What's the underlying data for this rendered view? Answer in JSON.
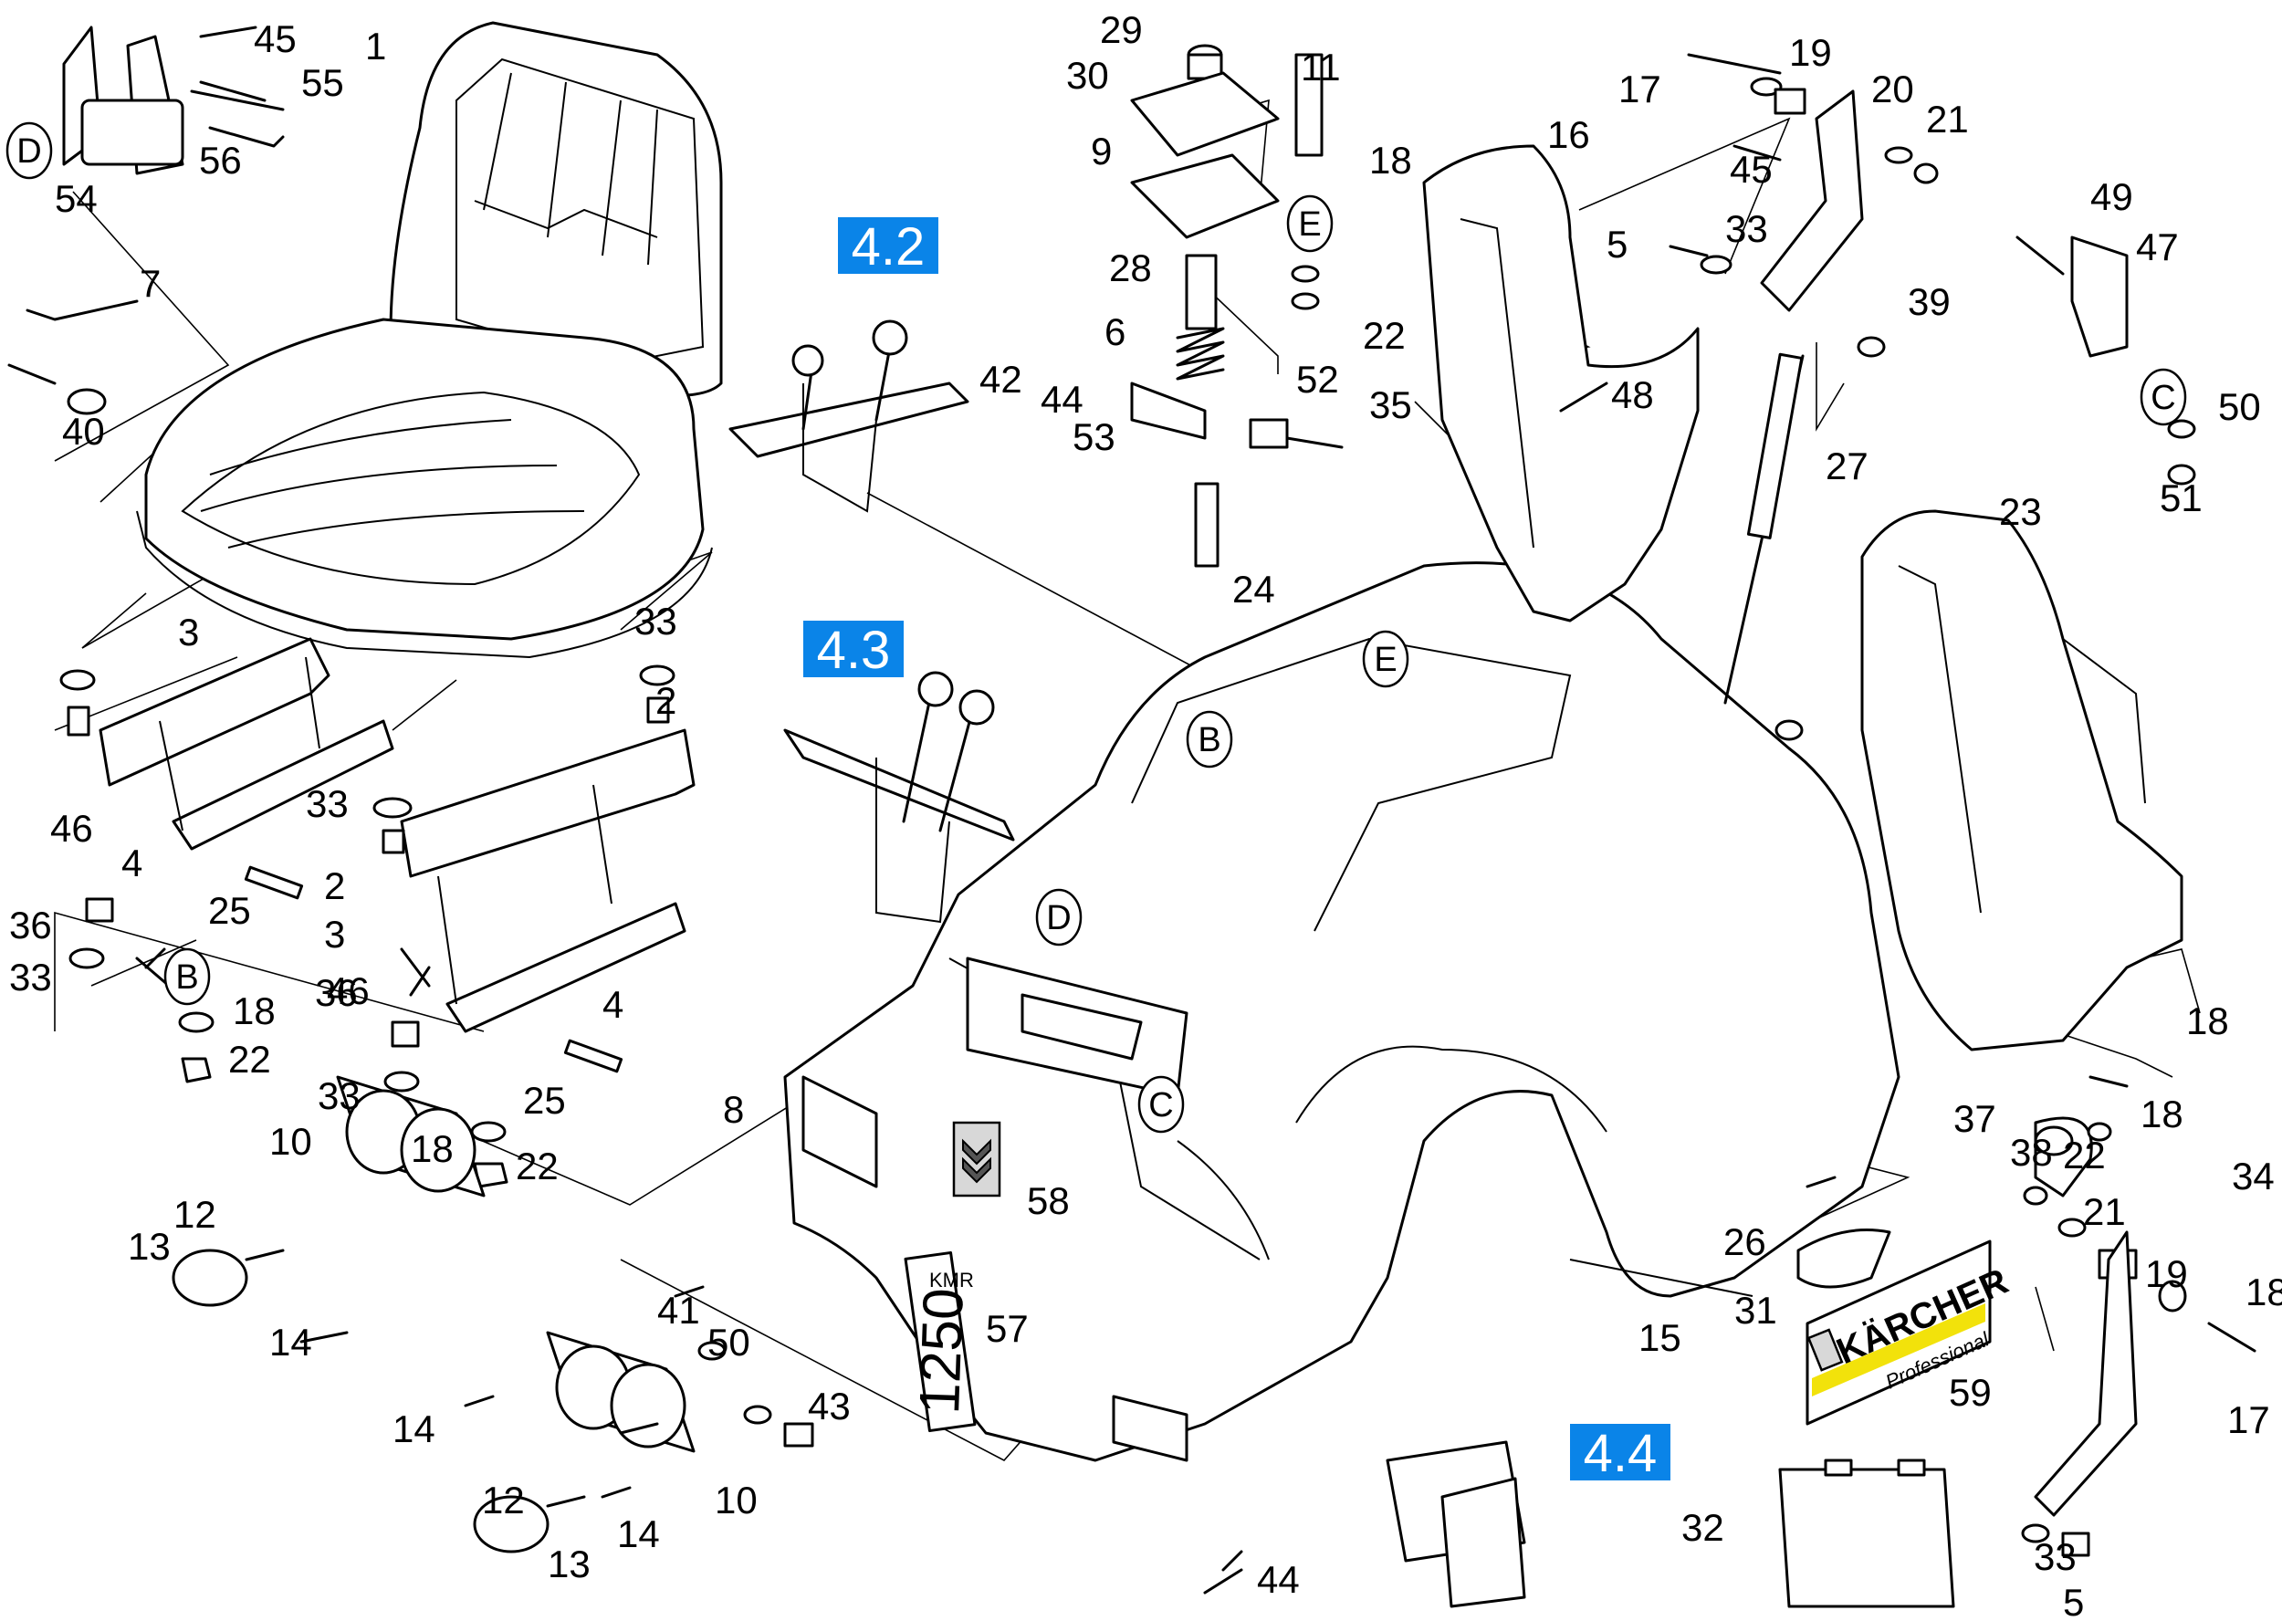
{
  "section_refs": [
    "4.2",
    "4.3",
    "4.4"
  ],
  "circle_refs": [
    "D",
    "E",
    "B",
    "C"
  ],
  "model_plate": {
    "small": "KMR",
    "number": "1250"
  },
  "brand_plate": {
    "name": "KÄRCHER",
    "sub": "Professional"
  },
  "colors": {
    "section_ref": "#0a84e8",
    "brand_stripe": "#f2e20b"
  },
  "part_numbers": [
    "45",
    "55",
    "56",
    "54",
    "1",
    "7",
    "40",
    "29",
    "30",
    "11",
    "18",
    "9",
    "28",
    "6",
    "22",
    "4.2",
    "42",
    "44",
    "53",
    "52",
    "35",
    "24",
    "17",
    "19",
    "20",
    "21",
    "16",
    "45",
    "5",
    "33",
    "39",
    "49",
    "47",
    "50",
    "51",
    "48",
    "27",
    "23",
    "33",
    "3",
    "2",
    "46",
    "4",
    "25",
    "36",
    "33",
    "18",
    "22",
    "33",
    "2",
    "3",
    "46",
    "4",
    "36",
    "33",
    "25",
    "18",
    "22",
    "8",
    "58",
    "57",
    "12",
    "10",
    "13",
    "14",
    "41",
    "50",
    "43",
    "14",
    "12",
    "10",
    "13",
    "14",
    "44",
    "26",
    "31",
    "15",
    "59",
    "32",
    "37",
    "38",
    "34",
    "18",
    "18",
    "22",
    "21",
    "19",
    "18",
    "17",
    "33",
    "5"
  ]
}
